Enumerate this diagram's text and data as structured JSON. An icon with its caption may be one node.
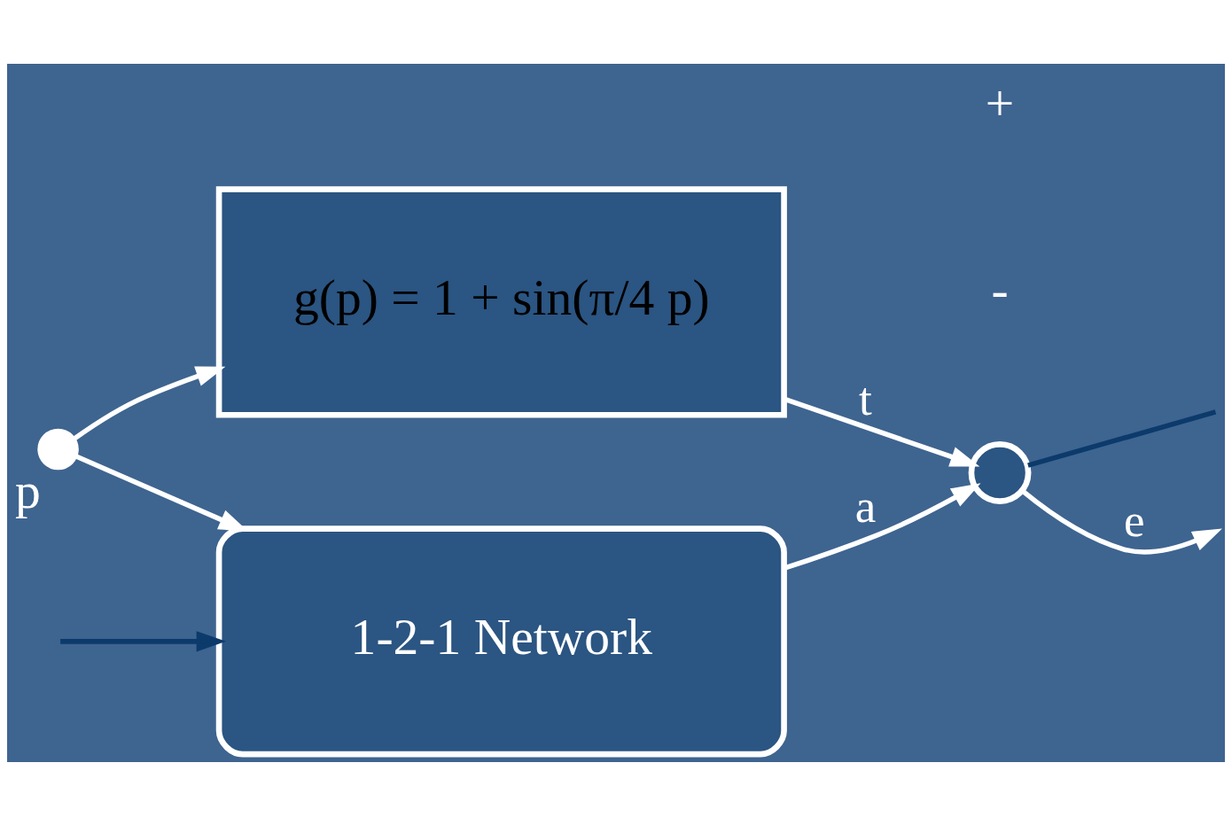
{
  "diagram": {
    "nodes": [
      {
        "text": [],
        "shape": "circle",
        "beside": [
          "p"
        ]
      },
      {
        "text": [
          "g(p) = 1 + sin(π/4 p)"
        ]
      },
      {
        "text": [
          "1-2-1 Network"
        ]
      },
      {
        "text": [],
        "shape": "circle"
      }
    ],
    "edges": [
      {
        "from": 0,
        "to": 1,
        "arrow": "to"
      },
      {
        "from": 0,
        "to": 2,
        "arrow": "to"
      },
      {
        "from": 1,
        "to": 3,
        "arrow": "to",
        "label": "t"
      },
      {
        "from": 2,
        "to": 3,
        "arrow": "to",
        "label": "a"
      },
      {
        "from": 3,
        "to": null,
        "arrow": "none",
        "color": "#0b3a6b"
      },
      {
        "from": 3,
        "to": null,
        "arrow": "to",
        "label": "e"
      },
      {
        "from": null,
        "to": 2,
        "arrow": "to",
        "color": "#0b3a6b"
      }
    ],
    "labels": [
      "-",
      "+"
    ]
  }
}
